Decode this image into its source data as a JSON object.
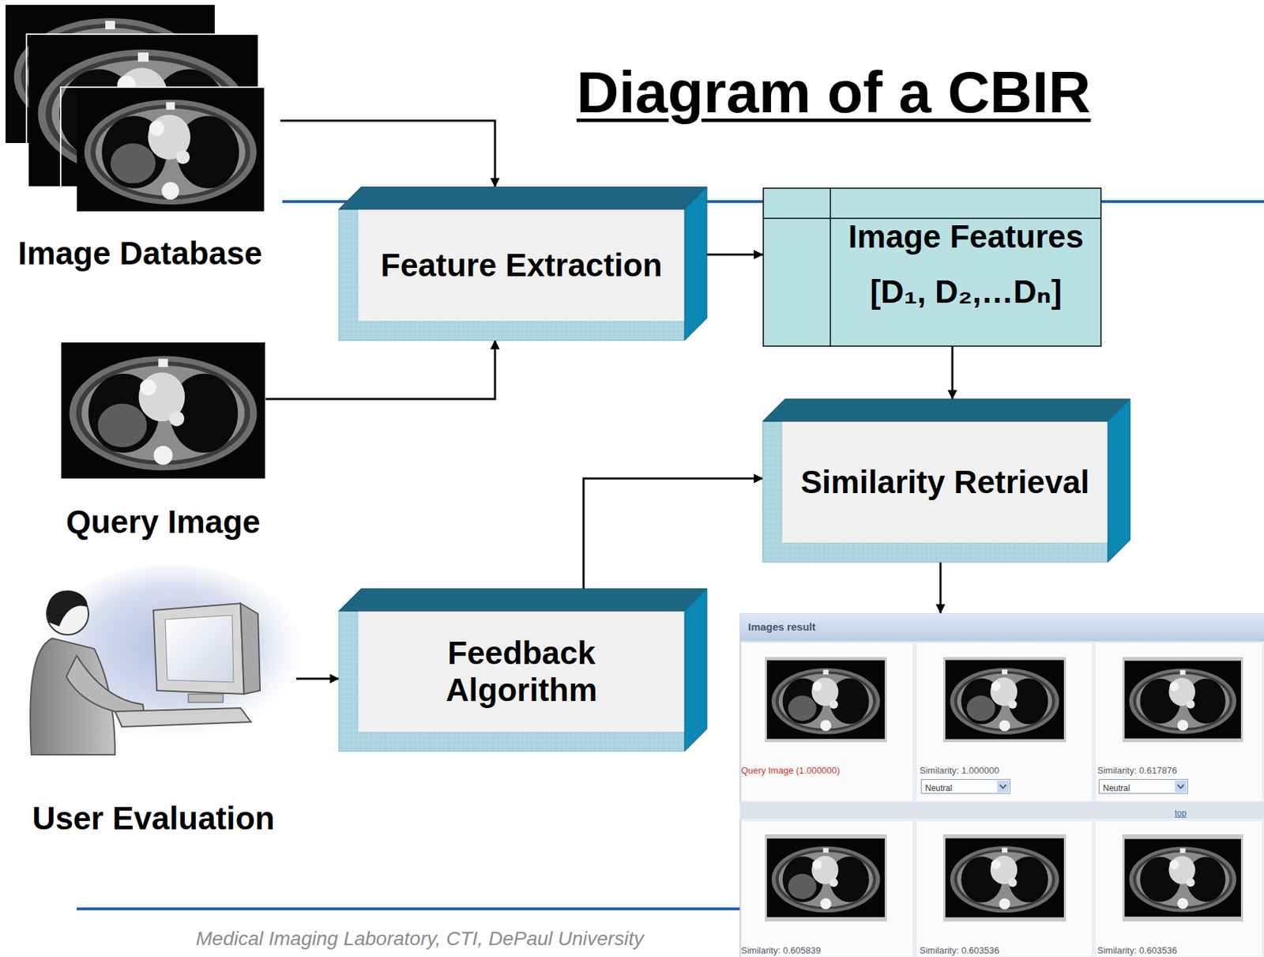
{
  "diagram": {
    "title": "Diagram of a CBIR",
    "nodes": [
      {
        "text": [
          "Image Database"
        ]
      },
      {
        "text": [
          "Feature Extraction"
        ]
      },
      {
        "text": [
          "Image Features",
          "[D₁, D₂,…Dₙ]"
        ]
      },
      {
        "text": [
          "Query Image"
        ]
      },
      {
        "text": [
          "Similarity Retrieval"
        ]
      },
      {
        "text": [
          "User Evaluation"
        ]
      },
      {
        "text": [
          "Feedback Algorithm"
        ]
      },
      {
        "text": [
          "Images result"
        ]
      }
    ],
    "edges": [
      {
        "from": 0,
        "to": 1,
        "arrow": "to"
      },
      {
        "from": 3,
        "to": 1,
        "arrow": "to"
      },
      {
        "from": 1,
        "to": 2,
        "arrow": "to"
      },
      {
        "from": 2,
        "to": 4,
        "arrow": "to"
      },
      {
        "from": 5,
        "to": 6,
        "arrow": "to"
      },
      {
        "from": 6,
        "to": 4,
        "arrow": "to"
      },
      {
        "from": 4,
        "to": 7,
        "arrow": "to"
      }
    ],
    "labels": [
      "Query Image (1.000000)",
      "Similarity: 1.000000",
      "Neutral",
      "Similarity: 0.617876",
      "Neutral",
      "top",
      "Similarity: 0.605839",
      "Similarity: 0.603536",
      "Similarity: 0.603536",
      "Medical Imaging Laboratory, CTI, DePaul University"
    ]
  }
}
